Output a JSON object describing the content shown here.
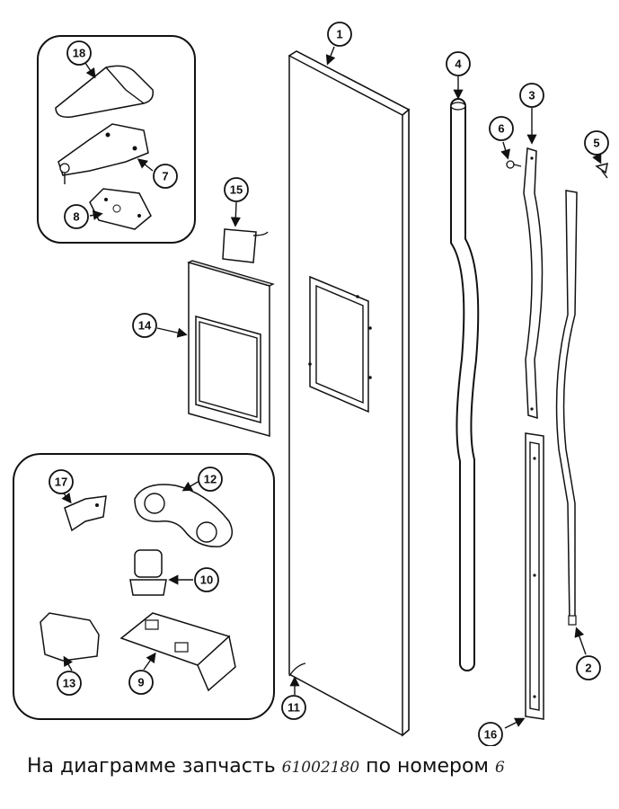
{
  "callouts": {
    "n1": "1",
    "n2": "2",
    "n3": "3",
    "n4": "4",
    "n5": "5",
    "n6": "6",
    "n7": "7",
    "n8": "8",
    "n9": "9",
    "n10": "10",
    "n11": "11",
    "n12": "12",
    "n13": "13",
    "n14": "14",
    "n15": "15",
    "n16": "16",
    "n17": "17",
    "n18": "18"
  },
  "caption": {
    "text_before": "На диаграмме запчасть ",
    "part_number": "61002180",
    "text_middle": " по номером ",
    "callout_number": "6"
  }
}
